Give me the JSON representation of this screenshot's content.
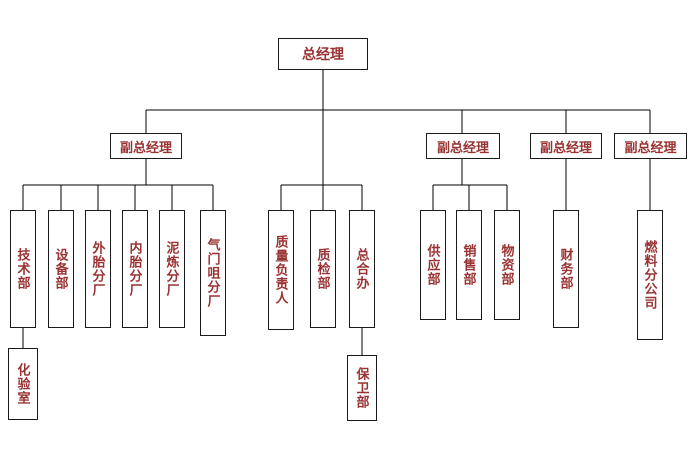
{
  "org_chart": {
    "root": {
      "label": "总经理"
    },
    "deputies": [
      {
        "label": "副总经理"
      },
      {
        "label": "副总经理"
      },
      {
        "label": "副总经理"
      },
      {
        "label": "副总经理"
      }
    ],
    "departments": [
      {
        "label": "技术部"
      },
      {
        "label": "设备部"
      },
      {
        "label": "外胎分厂"
      },
      {
        "label": "内胎分厂"
      },
      {
        "label": "泥炼分厂"
      },
      {
        "label": "气门咀分厂"
      },
      {
        "label": "质量负责人"
      },
      {
        "label": "质检部"
      },
      {
        "label": "总合办"
      },
      {
        "label": "供应部"
      },
      {
        "label": "销售部"
      },
      {
        "label": "物资部"
      },
      {
        "label": "财务部"
      },
      {
        "label": "燃料分公司"
      }
    ],
    "sub_departments": [
      {
        "label": "化验室"
      },
      {
        "label": "保卫部"
      }
    ]
  },
  "colors": {
    "text": "#993333",
    "border": "#1a1a1a",
    "line": "#000000",
    "background": "#ffffff"
  }
}
